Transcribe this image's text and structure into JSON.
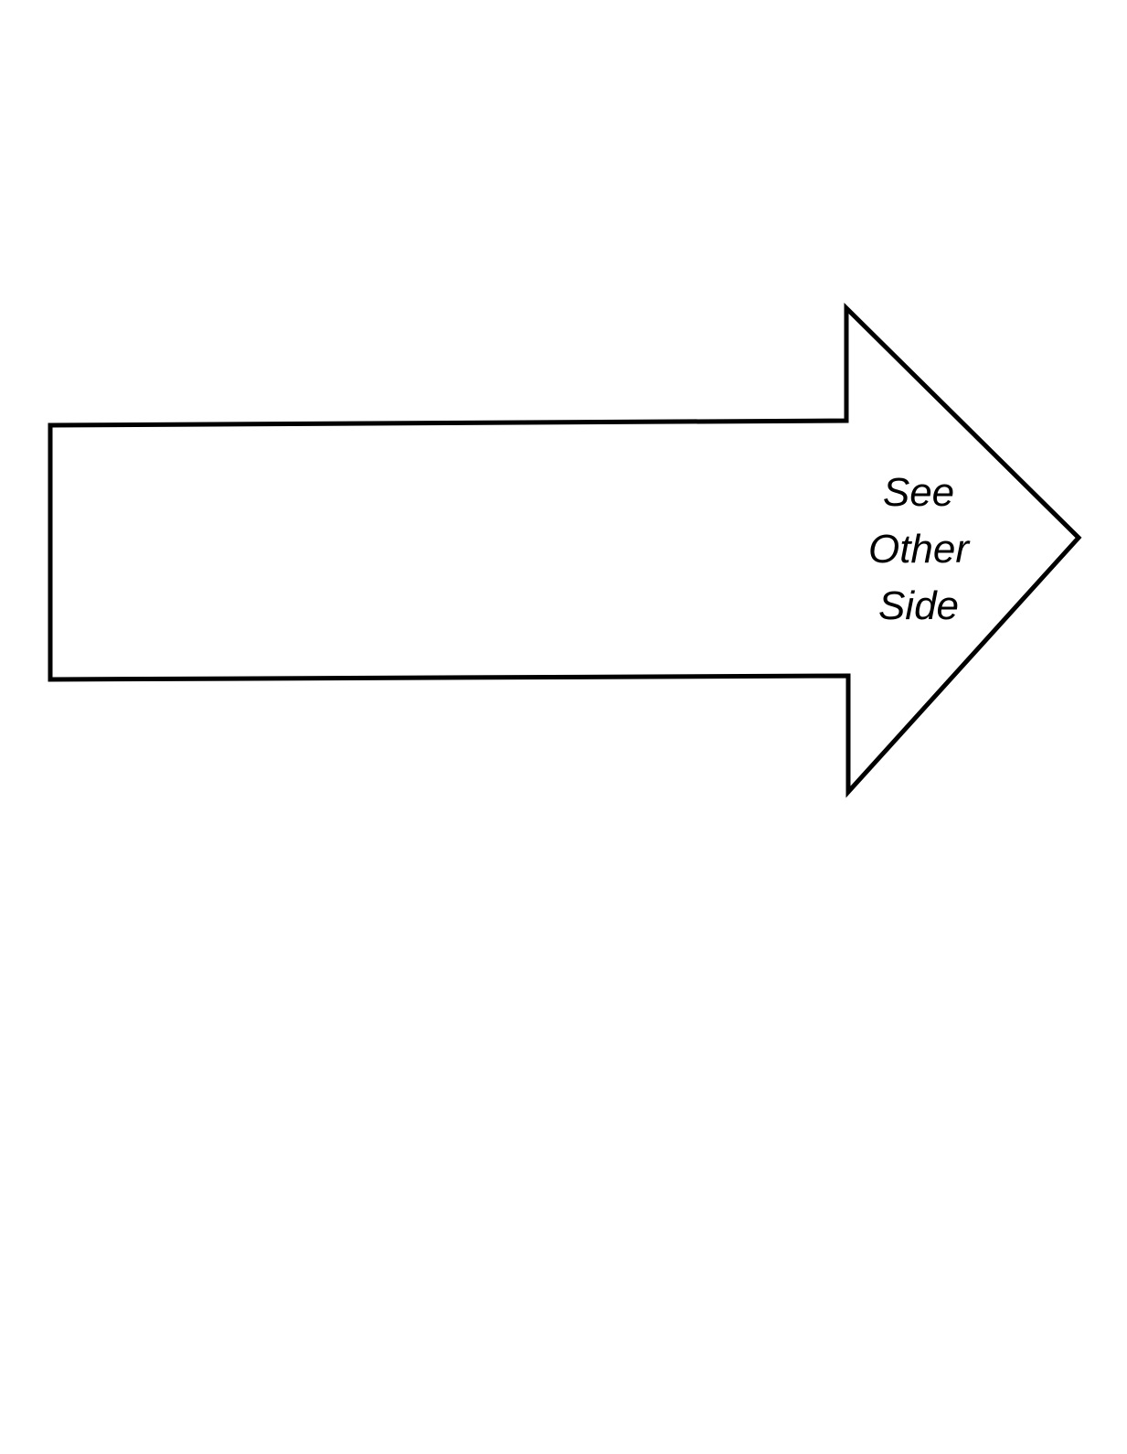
{
  "arrow": {
    "direction": "right",
    "stroke_color": "#000000",
    "fill_color": "#ffffff",
    "label_lines": [
      "See",
      "Other",
      "Side"
    ]
  }
}
